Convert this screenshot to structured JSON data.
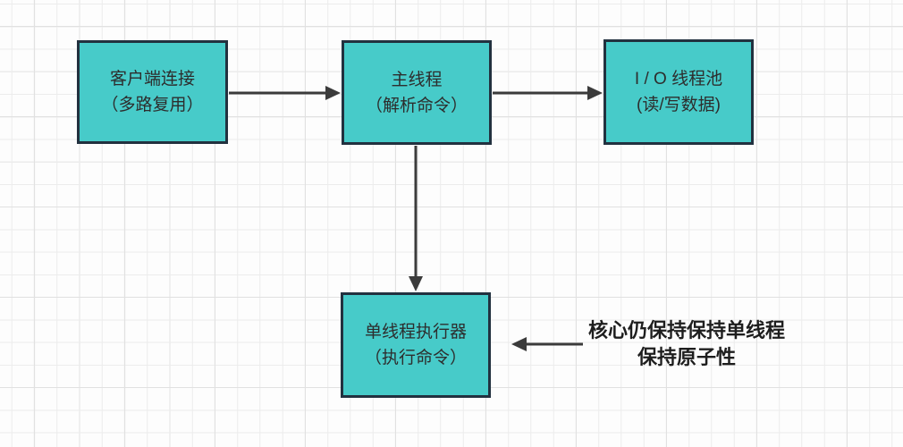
{
  "nodes": {
    "client": {
      "line1": "客户端连接",
      "line2": "（多路复用）"
    },
    "main_thread": {
      "line1": "主线程",
      "line2": "（解析命令）"
    },
    "io_pool": {
      "line1": "I / O 线程池",
      "line2": "(读/写数据)"
    },
    "executor": {
      "line1": "单线程执行器",
      "line2": "（执行命令）"
    }
  },
  "annotation": {
    "line1": "核心仍保持保持单线程",
    "line2": "保持原子性"
  },
  "colors": {
    "node_fill": "#47cbc9",
    "node_border": "#22313f",
    "node_text": "#2d2d2d",
    "arrow": "#3b3b3b",
    "annotation_text": "#1e1e1e",
    "background": "#fdfdfd",
    "grid_minor": "#ececec",
    "grid_major": "#e1e1e1"
  }
}
